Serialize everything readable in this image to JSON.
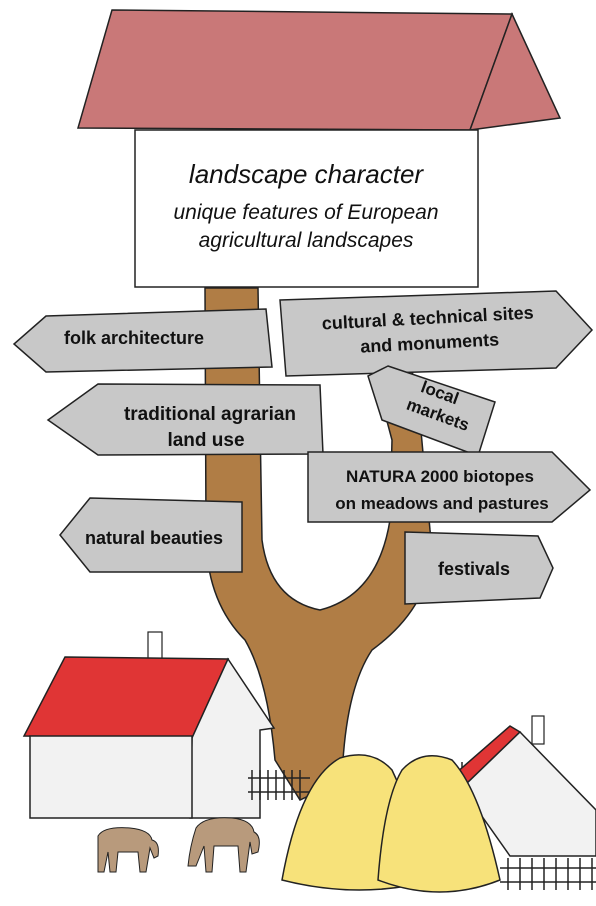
{
  "board": {
    "title": "landscape character",
    "subtitle_line1": "unique features of European",
    "subtitle_line2": "agricultural landscapes"
  },
  "signs": {
    "folk_architecture": "folk architecture",
    "cultural_line1": "cultural & technical sites",
    "cultural_line2": "and monuments",
    "local_line1": "local",
    "local_line2": "markets",
    "agrarian_line1": "traditional agrarian",
    "agrarian_line2": "land use",
    "natura_line1": "NATURA 2000 biotopes",
    "natura_line2": "on meadows and pastures",
    "natural_beauties": "natural beauties",
    "festivals": "festivals"
  },
  "colors": {
    "roof": "#c97878",
    "trunk": "#b07d45",
    "sign_fill": "#c8c8c8",
    "house_roof": "#e03535",
    "hay": "#f7e27a",
    "animal": "#b89a7c"
  }
}
